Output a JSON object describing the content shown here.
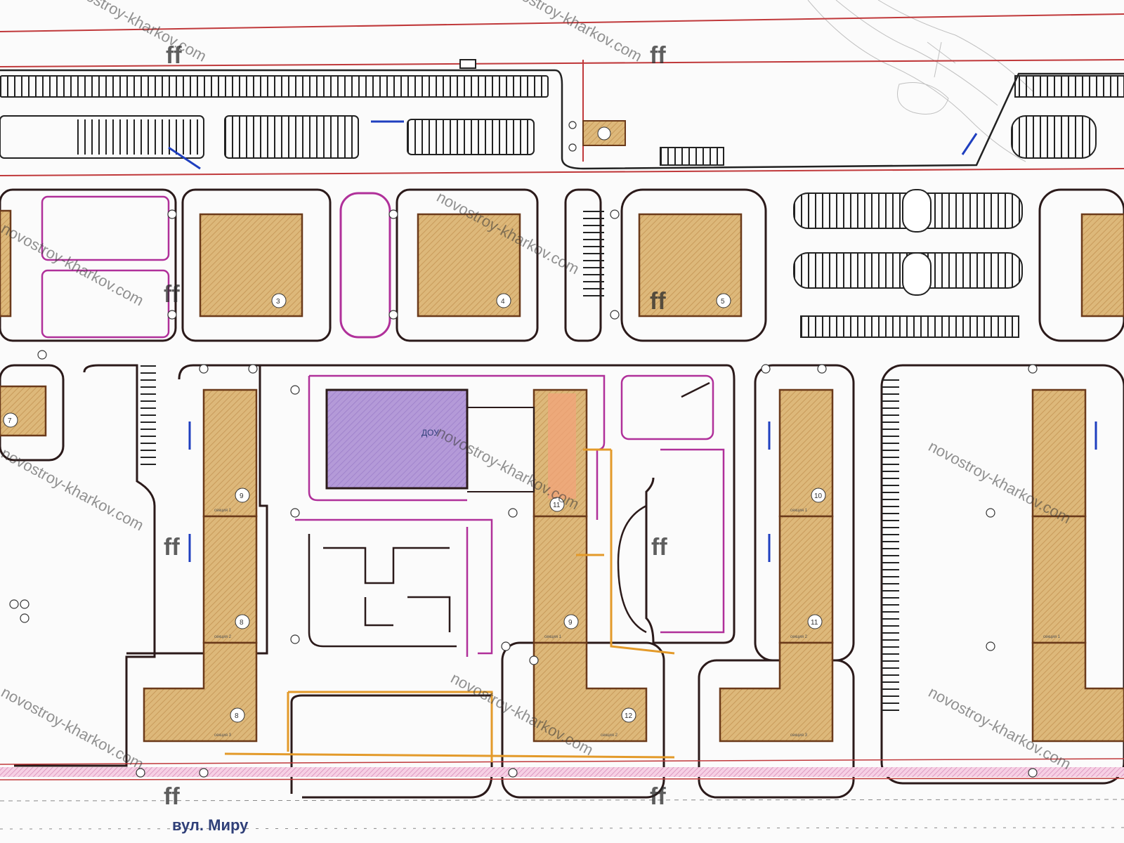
{
  "street_label": "вул. Миру",
  "watermark_text": "novostroy-kharkov.com",
  "buildings": [
    "3",
    "4",
    "5",
    "7",
    "9",
    "8",
    "8",
    "11",
    "12",
    "9",
    "10",
    "11"
  ],
  "sections": [
    "секция 1",
    "секция 2",
    "секция 3"
  ],
  "kindergarten_label": "ДОУ",
  "colors": {
    "building_fill": "#ddb87a",
    "building_hatch": "#c89a5a",
    "road_outline": "#2b1a1a",
    "boundary_red": "#c0393b",
    "magenta": "#b0309a",
    "purple_fill": "#b49ad8",
    "orange_line": "#e39a2a",
    "walk_pink": "#f0b8d8",
    "blue_marks": "#1f3fbf"
  }
}
